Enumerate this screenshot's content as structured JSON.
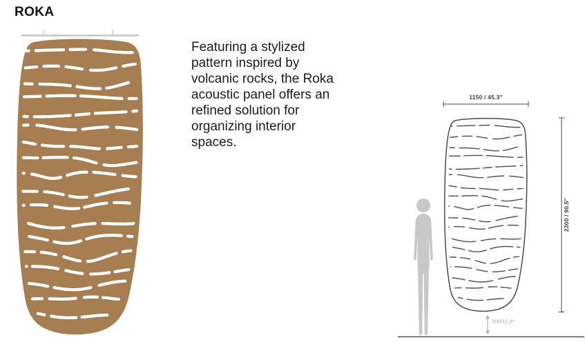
{
  "title": "ROKA",
  "description": "Featuring a stylized pattern inspired by volcanic rocks, the Roka acoustic panel offers an refined solution for organizing interior spaces.",
  "diagram": {
    "width_label": "1150 / 45.3\"",
    "height_label": "2300 / 90.5\"",
    "floor_gap_label": "300/11.8\""
  },
  "colors": {
    "panel_brown": "#a67e52",
    "slit_white": "#ffffff",
    "outline_dark": "#4a4a4a",
    "silhouette_gray": "#c8c8c8",
    "dimension_text": "#3d3d3d",
    "gap_gray": "#a3a3a3"
  }
}
